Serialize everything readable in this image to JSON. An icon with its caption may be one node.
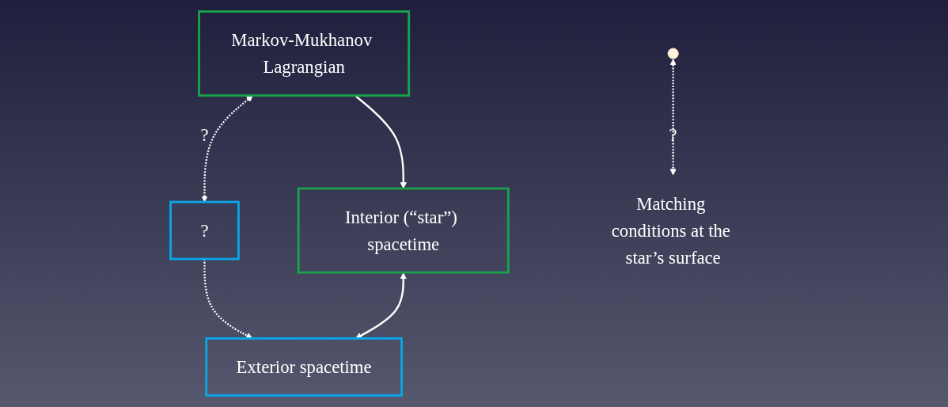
{
  "diagram": {
    "nodes": [
      {
        "text": [
          "Markov-Mukhanov Lagrangian"
        ]
      },
      {
        "text": [
          "?"
        ]
      },
      {
        "text": [
          "Interior (“star”) spacetime"
        ]
      },
      {
        "text": [
          "Exterior spacetime"
        ]
      },
      {
        "text": [
          "Matching conditions at the star’s surface"
        ]
      }
    ],
    "edges": [
      {
        "from": 0,
        "to": 1,
        "arrow": "both",
        "style": "dashed",
        "label": "?"
      },
      {
        "from": 0,
        "to": 2,
        "arrow": "to"
      },
      {
        "from": 1,
        "to": 3,
        "arrow": "to",
        "style": "dashed"
      },
      {
        "from": null,
        "to": 4,
        "arrow": "both",
        "style": "dashed",
        "label": "?"
      },
      {
        "from": 2,
        "to": 3,
        "arrow": "both"
      }
    ]
  }
}
